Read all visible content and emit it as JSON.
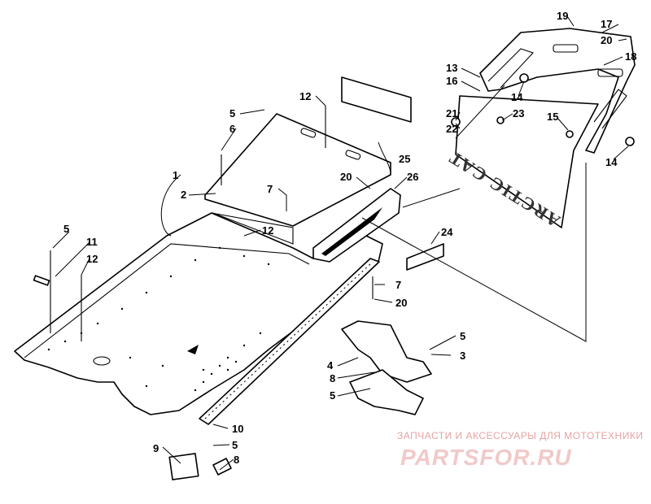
{
  "diagram": {
    "callouts": [
      {
        "label": "1"
      },
      {
        "label": "2"
      },
      {
        "label": "3"
      },
      {
        "label": "4"
      },
      {
        "label": "5"
      },
      {
        "label": "5"
      },
      {
        "label": "5"
      },
      {
        "label": "5"
      },
      {
        "label": "5"
      },
      {
        "label": "6"
      },
      {
        "label": "7"
      },
      {
        "label": "7"
      },
      {
        "label": "8"
      },
      {
        "label": "8"
      },
      {
        "label": "9"
      },
      {
        "label": "10"
      },
      {
        "label": "11"
      },
      {
        "label": "12"
      },
      {
        "label": "12"
      },
      {
        "label": "12"
      },
      {
        "label": "13"
      },
      {
        "label": "14"
      },
      {
        "label": "14"
      },
      {
        "label": "15"
      },
      {
        "label": "16"
      },
      {
        "label": "17"
      },
      {
        "label": "18"
      },
      {
        "label": "19"
      },
      {
        "label": "20"
      },
      {
        "label": "20"
      },
      {
        "label": "20"
      },
      {
        "label": "21"
      },
      {
        "label": "22"
      },
      {
        "label": "23"
      },
      {
        "label": "24"
      },
      {
        "label": "25"
      },
      {
        "label": "26"
      }
    ],
    "stamp_text": "ARCTIC CAT"
  },
  "watermark": {
    "subtitle": "ЗАПЧАСТИ И АКСЕССУАРЫ ДЛЯ МОТОТЕХНИКИ",
    "logo": "PARTSFOR.RU"
  },
  "colors": {
    "line": "#000000",
    "watermark": "#e6a2a2"
  }
}
